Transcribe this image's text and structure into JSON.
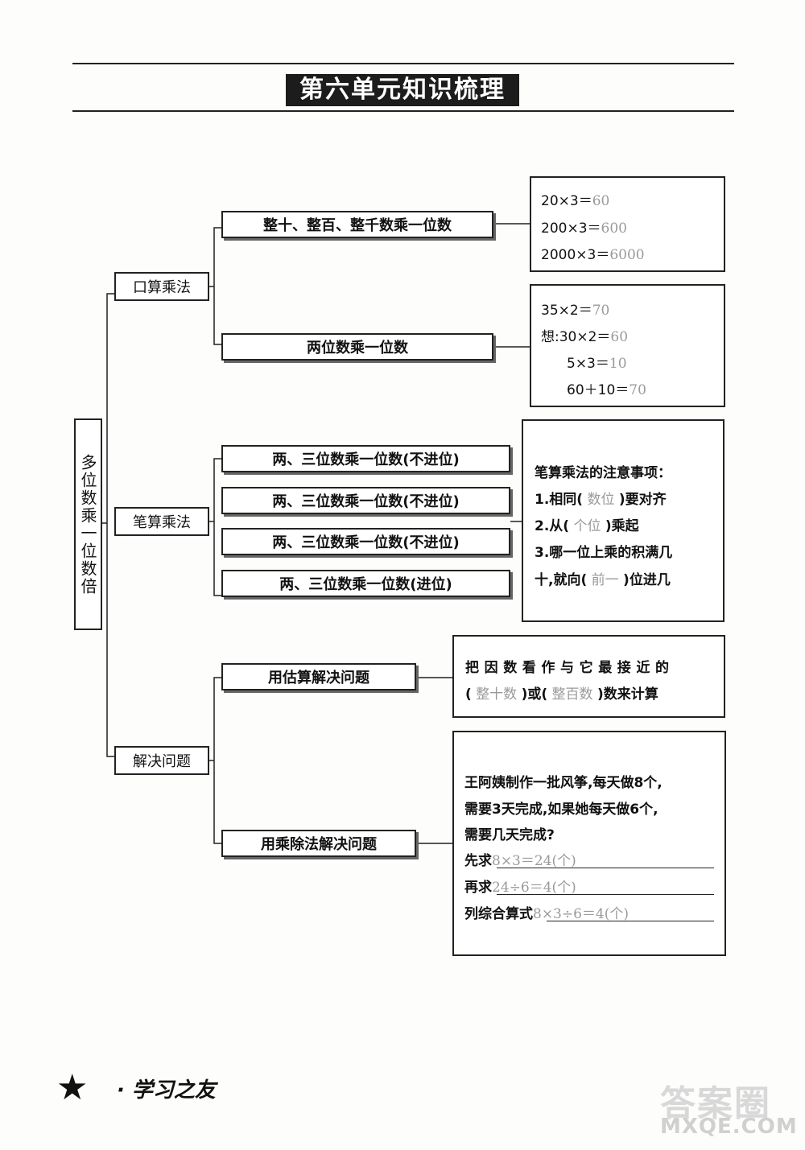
{
  "title": "第六单元知识梳理",
  "root": "多位数乘一位数倍",
  "level1": [
    "口算乘法",
    "笔算乘法",
    "解决问题"
  ],
  "oral": [
    "整十、整百、整千数乘一位数",
    "两位数乘一位数"
  ],
  "written": [
    "两、三位数乘一位数(不进位)",
    "两、三位数乘一位数(不进位)",
    "两、三位数乘一位数(不进位)",
    "两、三位数乘一位数(进位)"
  ],
  "problems": [
    "用估算解决问题",
    "用乘除法解决问题"
  ],
  "panel1": [
    {
      "expr": "20×3＝",
      "ans": "60"
    },
    {
      "expr": "200×3＝",
      "ans": "600"
    },
    {
      "expr": "2000×3＝",
      "ans": "6000"
    }
  ],
  "panel2": [
    {
      "expr": "35×2＝",
      "ans": "70"
    },
    {
      "expr": "想:30×2＝",
      "ans": "60"
    },
    {
      "expr": "5×3＝",
      "ans": "10"
    },
    {
      "expr": "60＋10＝",
      "ans": "70"
    }
  ],
  "notes": {
    "title": "笔算乘法的注意事项：",
    "l1a": "1.相同(",
    "l1ans": " 数位 ",
    "l1b": ")要对齐",
    "l2a": "2.从(",
    "l2ans": " 个位 ",
    "l2b": ")乘起",
    "l3": "3.哪一位上乘的积满几",
    "l4a": "十,就向(",
    "l4ans": " 前一 ",
    "l4b": ")位进几"
  },
  "estimate": {
    "l1": "把因数看作与它最接近的",
    "p1": "(",
    "a1": " 整十数 ",
    "p2": ")或(",
    "a2": " 整百数 ",
    "p3": ")数来计算"
  },
  "problem": {
    "l1": "王阿姨制作一批风筝,每天做8个,",
    "l2": "需要3天完成,如果她每天做6个,",
    "l3": "需要几天完成?",
    "s1label": "先求",
    "s1ans": "8×3＝24(个)",
    "s2label": "再求",
    "s2ans": "24÷6＝4(个)",
    "s3label": "列综合算式",
    "s3ans": "8×3÷6＝4(个)"
  },
  "footer": "· 学习之友",
  "watermark": "答案圈",
  "watermark_url": "MXQE.COM"
}
